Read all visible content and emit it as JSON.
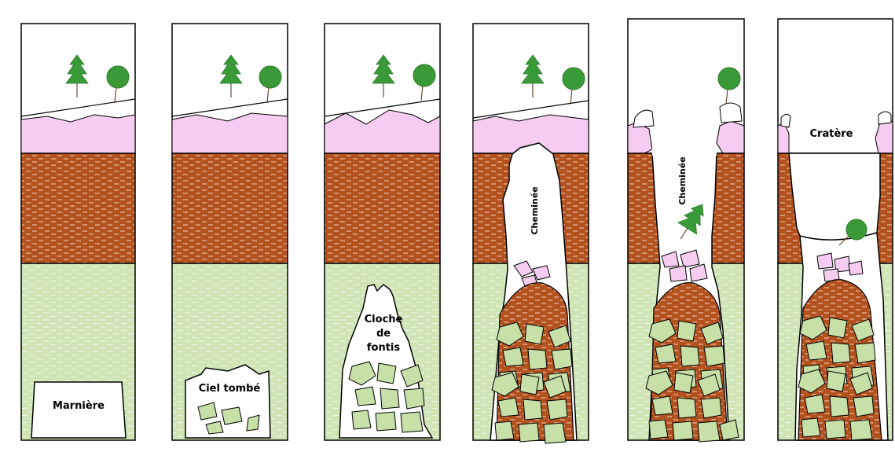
{
  "colors": {
    "sky": "#ffffff",
    "topsoil": "#f6cdf0",
    "clay": "#b3521f",
    "chalk": "#cfe5b5",
    "rock_fill": "#c6e0a8",
    "tree": "#3a9a38",
    "outline": "#000000"
  },
  "labels": {
    "marniere": "Marnière",
    "ciel_tombe": "Ciel tombé",
    "cloche_1": "Cloche",
    "cloche_2": "de",
    "cloche_3": "fontis",
    "cheminee_1": "Cheminée",
    "cheminee_2": "Cheminée",
    "cratere": "Cratère"
  },
  "icons": [
    "conifer-tree-icon",
    "round-tree-icon",
    "rock-fragment-icon"
  ]
}
